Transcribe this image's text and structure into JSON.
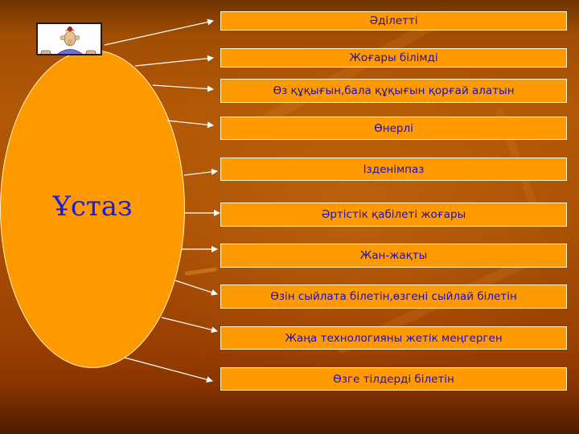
{
  "diagram": {
    "center": {
      "label": "Ұстаз"
    },
    "items": [
      {
        "label": "Әділетті"
      },
      {
        "label": "Жоғары білімді"
      },
      {
        "label": "Өз құқығын,бала құқығын қорғай алатын"
      },
      {
        "label": "Өнерлі"
      },
      {
        "label": "Ізденімпаз"
      },
      {
        "label": "Әртістік қабілеті жоғары"
      },
      {
        "label": "Жан-жақты"
      },
      {
        "label": "Өзін сыйлата білетін,өзгені сыйлай білетін"
      },
      {
        "label": "Жаңа технологияны жетік меңгерген"
      },
      {
        "label": "Өзге тілдерді білетін"
      }
    ],
    "illustration": {
      "icon": "cartoon-teacher-holding-sign-icon"
    },
    "colors": {
      "box_fill": "#ff9900",
      "box_border": "#fff6d0",
      "text": "#1f10b8",
      "center_text": "#1a1ae6",
      "arrow": "#ffffff",
      "background": "#a84f04"
    }
  }
}
